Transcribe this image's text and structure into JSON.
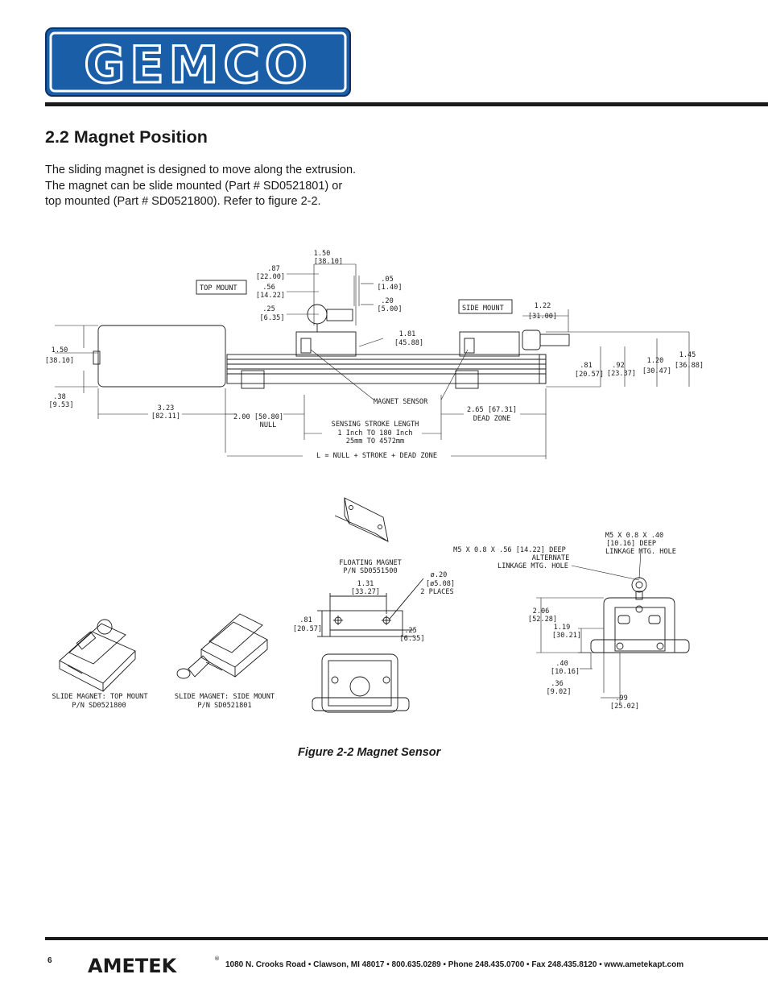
{
  "header": {
    "logo_text": "GEMCO",
    "registered_mark": "®",
    "colors": {
      "logo_blue": "#1a5ea8",
      "logo_dark": "#0c2f66",
      "rule": "#1a1a1a"
    }
  },
  "section": {
    "heading": "2.2  Magnet Position",
    "paragraph_lines": [
      "The sliding magnet is designed to move along the extrusion.",
      "The magnet can be slide mounted (Part # SD0521801) or",
      "top mounted (Part # SD0521800). Refer to figure 2-2."
    ]
  },
  "figure": {
    "caption": "Figure 2-2 Magnet Sensor",
    "top_labels": {
      "top_mount": "TOP  MOUNT",
      "side_mount": "SIDE  MOUNT",
      "magnet_sensor": "MAGNET  SENSOR",
      "null": "NULL",
      "dead_zone": "DEAD  ZONE",
      "sensing_1": "SENSING  STROKE  LENGTH",
      "sensing_2": "1  Inch  TO  180  Inch",
      "sensing_3": "25mm  TO  4572mm",
      "length_formula": "L  =  NULL  +  STROKE  +  DEAD  ZONE"
    },
    "dimensions": {
      "d150_in": "1.50",
      "d150_mm": "[38.10]",
      "d087_in": ".87",
      "d087_mm": "[22.00]",
      "d056_in": ".56",
      "d056_mm": "[14.22]",
      "d025_in": ".25",
      "d025_mm": "[6.35]",
      "d005_in": ".05",
      "d005_mm": "[1.40]",
      "d020_in": ".20",
      "d020_mm": "[5.00]",
      "d181_in": "1.81",
      "d181_mm": "[45.88]",
      "d122_in": "1.22",
      "d122_mm": "[31.00]",
      "d150b_in": "1.50",
      "d150b_mm": "[38.10]",
      "d038_in": ".38",
      "d038_mm": "[9.53]",
      "d323_in": "3.23",
      "d323_mm": "[82.11]",
      "d200": "2.00  [50.80]",
      "d265": "2.65  [67.31]",
      "d081_in": ".81",
      "d081_mm": "[20.57]",
      "d092_in": ".92",
      "d092_mm": "[23.37]",
      "d120_in": "1.20",
      "d120_mm": "[30.47]",
      "d145_in": "1.45",
      "d145_mm": "[36.88]"
    },
    "floating_magnet": {
      "name": "FLOATING  MAGNET",
      "part": "P/N  SD0551500",
      "d131_in": "1.31",
      "d131_mm": "[33.27]",
      "hole_1": "ø.20",
      "hole_2": "[ø5.08]",
      "hole_3": "2  PLACES",
      "d081_in": ".81",
      "d081_mm": "[20.57]",
      "d025_in": ".25",
      "d025_mm": "[6.35]"
    },
    "linkage": {
      "m5_1": "M5  X  0.8  X  .40",
      "m5_2": "[10.16]  DEEP",
      "m5_3": "LINKAGE  MTG.  HOLE",
      "alt_1": "M5  X  0.8  X  .56  [14.22]  DEEP",
      "alt_2": "ALTERNATE",
      "alt_3": "LINKAGE  MTG.  HOLE",
      "d206_in": "2.06",
      "d206_mm": "[52.28]",
      "d119_in": "1.19",
      "d119_mm": "[30.21]",
      "d040_in": ".40",
      "d040_mm": "[10.16]",
      "d036_in": ".36",
      "d036_mm": "[9.02]",
      "d099_in": ".99",
      "d099_mm": "[25.02]"
    },
    "iso_top": {
      "name": "SLIDE  MAGNET:  TOP  MOUNT",
      "part": "P/N    SD0521800"
    },
    "iso_side": {
      "name": "SLIDE  MAGNET:  SIDE  MOUNT",
      "part": "P/N    SD0521801"
    }
  },
  "footer": {
    "page_number": "6",
    "brand": "AMETEK",
    "brand_mark": "®",
    "address": "1080 N. Crooks Road • Clawson, MI 48017 • 800.635.0289 • Phone 248.435.0700 • Fax 248.435.8120 • www.ametekapt.com"
  }
}
